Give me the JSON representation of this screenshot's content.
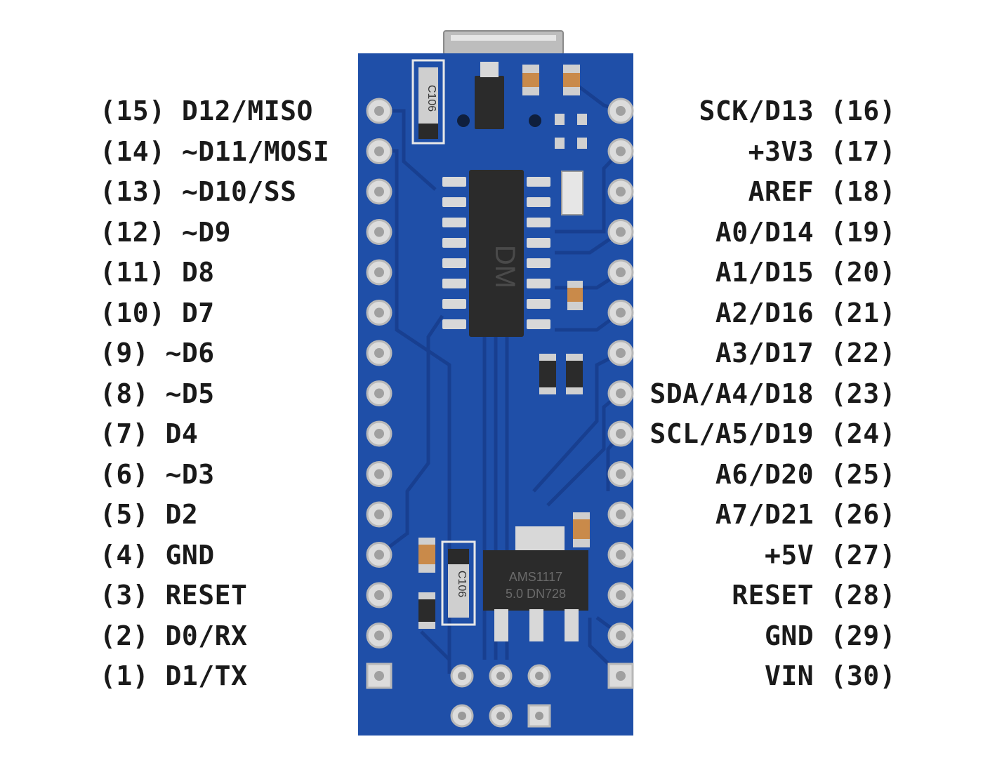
{
  "colors": {
    "pcb": "#1f4fa8",
    "trace": "#1b3f8e",
    "pad": "#dcdcdc",
    "chip": "#2b2b2b",
    "label": "#1a1a1a"
  },
  "left_pins": [
    {
      "label": "(15) D12/MISO"
    },
    {
      "label": "(14) ~D11/MOSI"
    },
    {
      "label": "(13) ~D10/SS"
    },
    {
      "label": "(12) ~D9"
    },
    {
      "label": "(11) D8"
    },
    {
      "label": "(10) D7"
    },
    {
      "label": "(9) ~D6"
    },
    {
      "label": "(8) ~D5"
    },
    {
      "label": "(7) D4"
    },
    {
      "label": "(6) ~D3"
    },
    {
      "label": "(5) D2"
    },
    {
      "label": "(4) GND"
    },
    {
      "label": "(3) RESET"
    },
    {
      "label": "(2) D0/RX"
    },
    {
      "label": "(1) D1/TX"
    }
  ],
  "right_pins": [
    {
      "label": "SCK/D13 (16)"
    },
    {
      "label": "+3V3 (17)"
    },
    {
      "label": "AREF (18)"
    },
    {
      "label": "A0/D14 (19)"
    },
    {
      "label": "A1/D15 (20)"
    },
    {
      "label": "A2/D16 (21)"
    },
    {
      "label": "A3/D17 (22)"
    },
    {
      "label": "SDA/A4/D18 (23)"
    },
    {
      "label": "SCL/A5/D19 (24)"
    },
    {
      "label": "A6/D20 (25)"
    },
    {
      "label": "A7/D21 (26)"
    },
    {
      "label": "+5V (27)"
    },
    {
      "label": "RESET (28)"
    },
    {
      "label": "GND (29)"
    },
    {
      "label": "VIN (30)"
    }
  ],
  "board_markings": {
    "cap_top": "C106",
    "cap_bottom": "C106",
    "ic_main": "DM",
    "regulator_line1": "AMS1117",
    "regulator_line2": "5.0 DN728"
  }
}
